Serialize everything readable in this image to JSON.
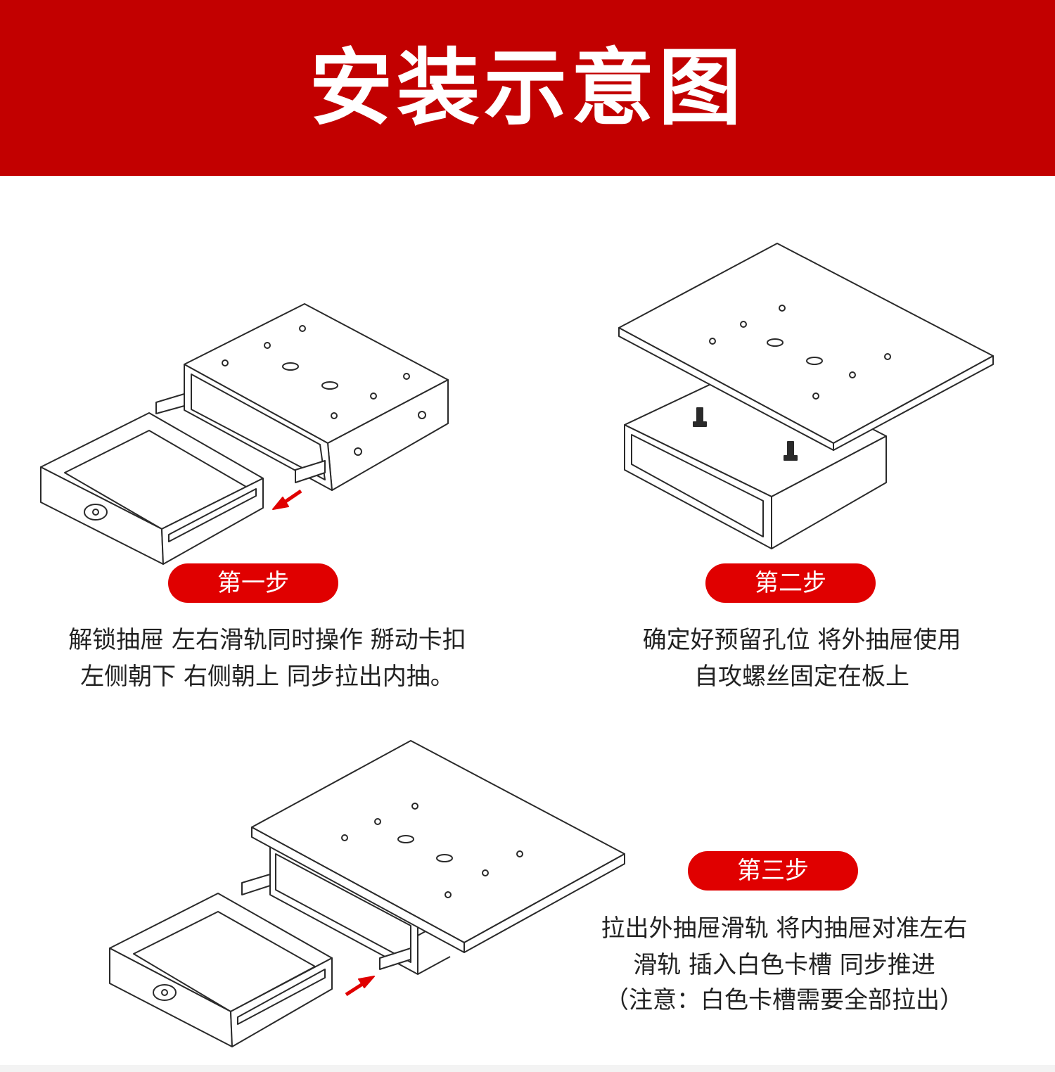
{
  "header": {
    "title": "安装示意图",
    "bg_color": "#c20000"
  },
  "accent_color": "#e00000",
  "steps": [
    {
      "label": "第一步",
      "lines": [
        "解锁抽屉 左右滑轨同时操作 掰动卡扣",
        "左侧朝下 右侧朝上 同步拉出内抽。"
      ]
    },
    {
      "label": "第二步",
      "lines": [
        "确定好预留孔位 将外抽屉使用",
        "自攻螺丝固定在板上"
      ]
    },
    {
      "label": "第三步",
      "lines": [
        "拉出外抽屉滑轨 将内抽屉对准左右",
        "滑轨 插入白色卡槽 同步推进",
        "（注意：白色卡槽需要全部拉出）"
      ]
    }
  ]
}
